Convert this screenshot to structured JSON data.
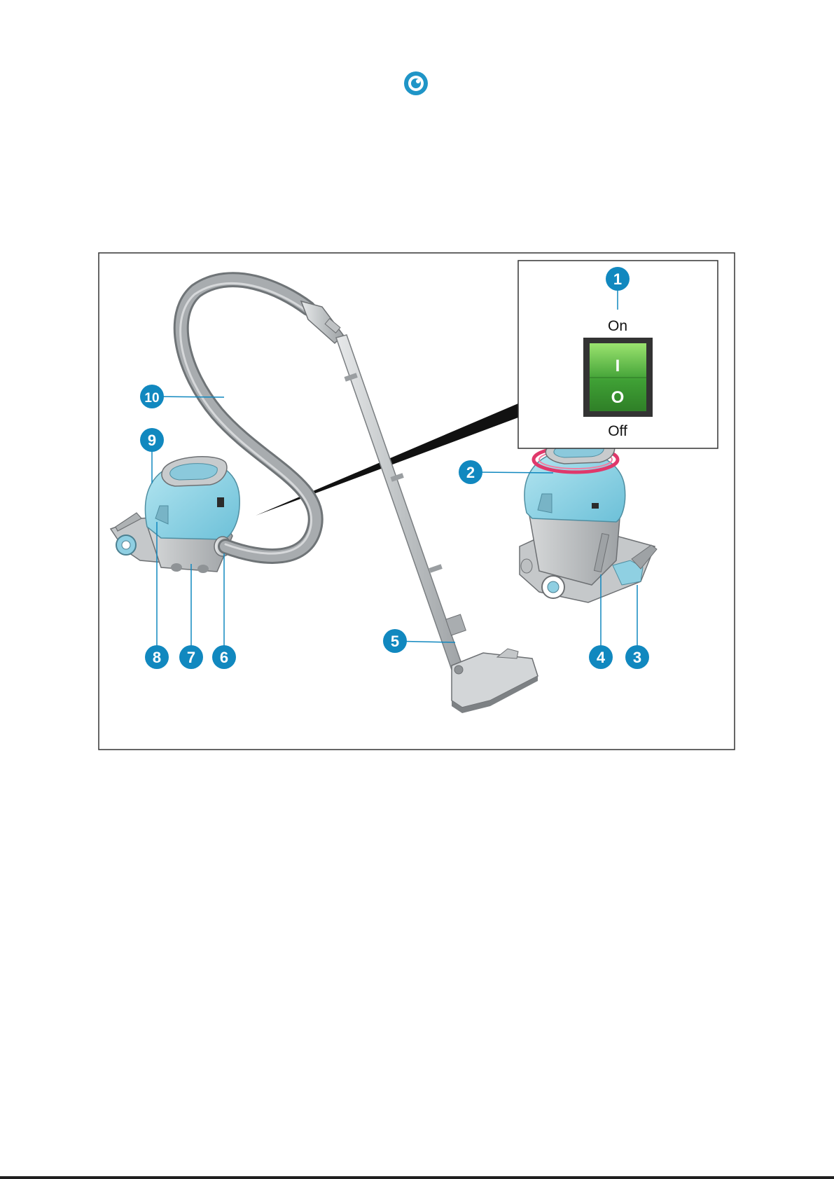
{
  "brand": {
    "logo_icon": "eye-logo-icon",
    "accent": "#1f95c7"
  },
  "figure": {
    "colors": {
      "callout": "#1188bf",
      "body_blue": "#86cfe0",
      "body_gray": "#b9bcbe",
      "hose_gray": "#8c9194",
      "switch_green": "#3fa035",
      "cable_red": "#e0386b"
    },
    "switch_panel": {
      "callout": "1",
      "on_label": "On",
      "off_label": "Off",
      "symbol_on": "I",
      "symbol_off": "O"
    },
    "callouts": [
      "1",
      "2",
      "3",
      "4",
      "5",
      "6",
      "7",
      "8",
      "9",
      "10"
    ]
  }
}
